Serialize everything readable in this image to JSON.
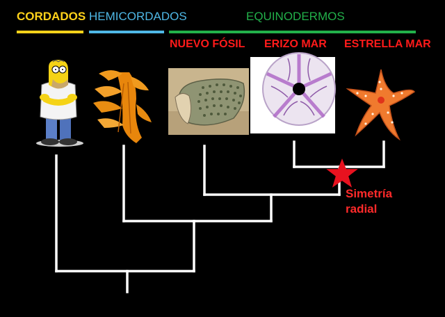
{
  "groups": {
    "chordates": {
      "label": "CORDADOS",
      "color": "#ffd21a"
    },
    "hemichordates": {
      "label": "HEMICORDADOS",
      "color": "#4fb8e6"
    },
    "echinoderms": {
      "label": "EQUINODERMOS",
      "color": "#22b04a"
    }
  },
  "taxa": {
    "new_fossil": "NUEVO FÓSIL",
    "sea_urchin": "ERIZO MAR",
    "starfish": "ESTRELLA MAR"
  },
  "annotation": {
    "line1": "Simetría",
    "line2": "radial"
  },
  "colors": {
    "tree": "#ffffff",
    "marker": "#e8121f",
    "background": "#000000"
  }
}
